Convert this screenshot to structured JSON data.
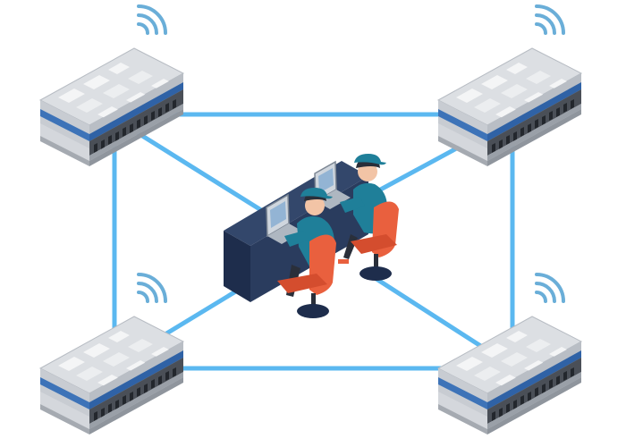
{
  "diagram": {
    "topology": "mesh",
    "nodes": [
      {
        "id": "device-top-left",
        "icon": "wireless-network-device-icon"
      },
      {
        "id": "device-top-right",
        "icon": "wireless-network-device-icon"
      },
      {
        "id": "device-bottom-left",
        "icon": "wireless-network-device-icon"
      },
      {
        "id": "device-bottom-right",
        "icon": "wireless-network-device-icon"
      },
      {
        "id": "operators-desk",
        "icon": "operators-at-laptops-icon"
      }
    ],
    "links": [
      [
        "device-top-left",
        "device-top-right"
      ],
      [
        "device-top-left",
        "device-bottom-left"
      ],
      [
        "device-top-right",
        "device-bottom-right"
      ],
      [
        "device-bottom-left",
        "device-bottom-right"
      ],
      [
        "device-top-left",
        "operators-desk"
      ],
      [
        "device-top-right",
        "operators-desk"
      ],
      [
        "device-bottom-left",
        "operators-desk"
      ],
      [
        "device-bottom-right",
        "operators-desk"
      ]
    ],
    "colors": {
      "link": "#5bb8f0",
      "wifi": "#6aaed8",
      "device_top": "#dcdfe3",
      "device_side": "#c6cad0",
      "device_stripe": "#3d73b8",
      "desk_dark": "#1e2d4c",
      "desk_mid": "#2a3c5e",
      "chair": "#e9603e",
      "uniform": "#1f7f99",
      "skin": "#f2c4a6"
    }
  }
}
